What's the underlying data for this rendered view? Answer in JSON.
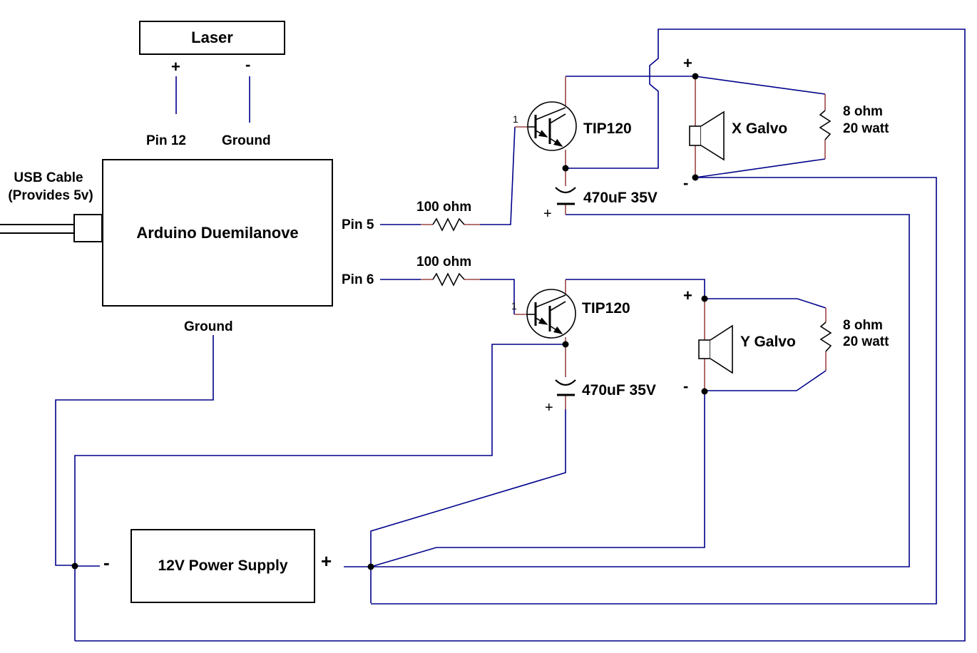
{
  "colors": {
    "wire": "#00008B",
    "lead": "#9C4545",
    "ink": "#000000"
  },
  "boxes": {
    "laser": "Laser",
    "arduino": "Arduino Duemilanove",
    "psu": "12V Power Supply"
  },
  "labels": {
    "laser_plus": "+",
    "laser_minus": "-",
    "pin12": "Pin 12",
    "laser_ground": "Ground",
    "usb_cable": "USB Cable",
    "usb_provides": "(Provides 5v)",
    "arduino_ground": "Ground",
    "pin5": "Pin 5",
    "pin6": "Pin 6",
    "res1": "100 ohm",
    "res2": "100 ohm",
    "q1": "TIP120",
    "q2": "TIP120",
    "q1_base": "1",
    "q2_base": "1",
    "cap1": "470uF 35V",
    "cap2": "470uF 35V",
    "cap1_plus": "+",
    "cap2_plus": "+",
    "x_galvo": "X Galvo",
    "y_galvo": "Y Galvo",
    "x_plus": "+",
    "x_minus": "-",
    "y_plus": "+",
    "y_minus": "-",
    "xres_ohm": "8 ohm",
    "xres_watt": "20 watt",
    "yres_ohm": "8 ohm",
    "yres_watt": "20 watt",
    "psu_plus": "+",
    "psu_minus": "-"
  }
}
